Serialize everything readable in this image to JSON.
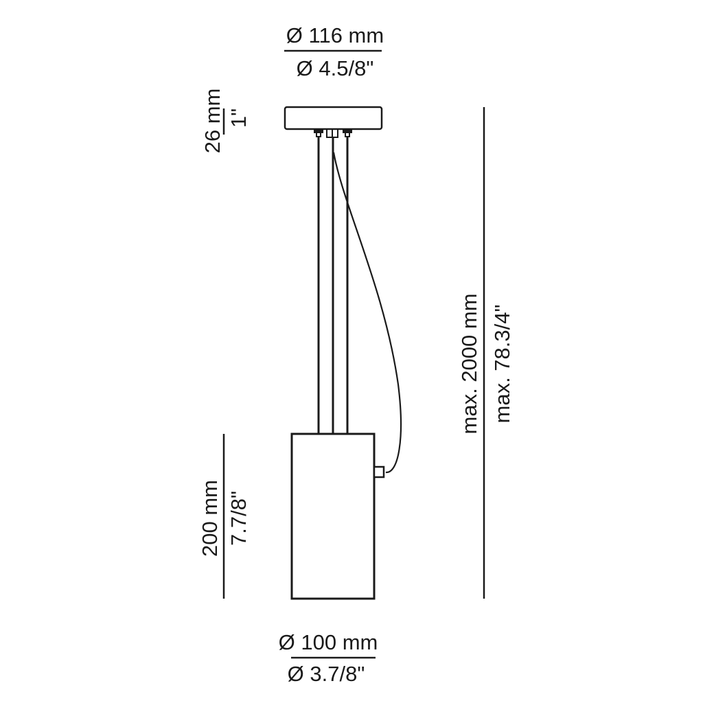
{
  "drawing": {
    "subject": "Pendant lamp dimension drawing",
    "line_color": "#1a1a1a",
    "background": "#ffffff"
  },
  "dimensions": {
    "canopy_diameter": {
      "metric": "Ø  116 mm",
      "imperial": "Ø  4.5/8\""
    },
    "canopy_height": {
      "metric": "26 mm",
      "imperial": "1\""
    },
    "shade_height": {
      "metric": "200 mm",
      "imperial": "7.7/8\""
    },
    "shade_diameter": {
      "metric": "Ø  100 mm",
      "imperial": "Ø  3.7/8\""
    },
    "total_height": {
      "metric": "max. 2000 mm",
      "imperial": "max. 78.3/4\""
    }
  }
}
